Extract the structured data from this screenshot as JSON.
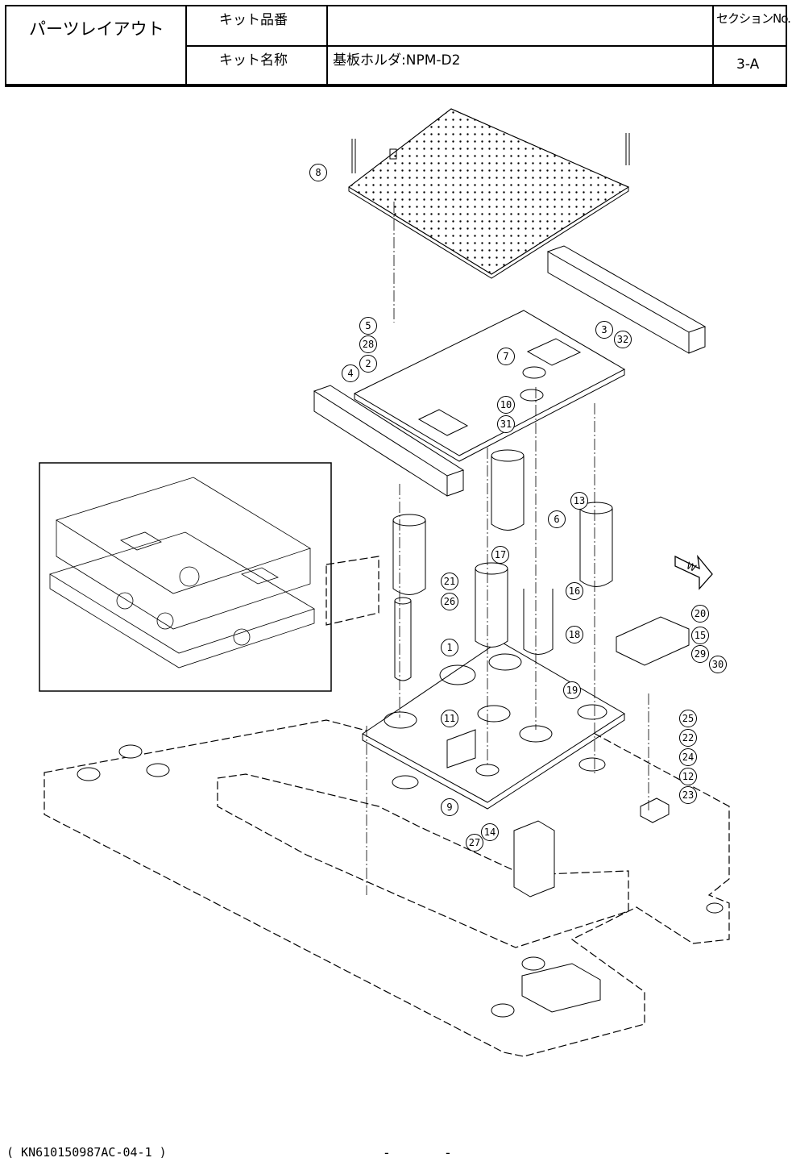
{
  "header": {
    "title": "パーツレイアウト",
    "kit_no_label": "キット品番",
    "kit_no_value": "",
    "kit_name_label": "キット名称",
    "kit_name_value": "基板ホルダ:NPM-D2",
    "section_label": "セクションNo.",
    "section_value": "3-A"
  },
  "callouts": [
    "1",
    "2",
    "3",
    "4",
    "5",
    "6",
    "7",
    "8",
    "9",
    "10",
    "11",
    "12",
    "13",
    "14",
    "15",
    "16",
    "17",
    "18",
    "19",
    "20",
    "21",
    "22",
    "23",
    "24",
    "25",
    "26",
    "27",
    "28",
    "29",
    "30",
    "31",
    "32"
  ],
  "direction_mark": "W",
  "footer": {
    "doc_code": "( KN610150987AC-04-1 )",
    "page_left": "-",
    "page_right": "-"
  }
}
